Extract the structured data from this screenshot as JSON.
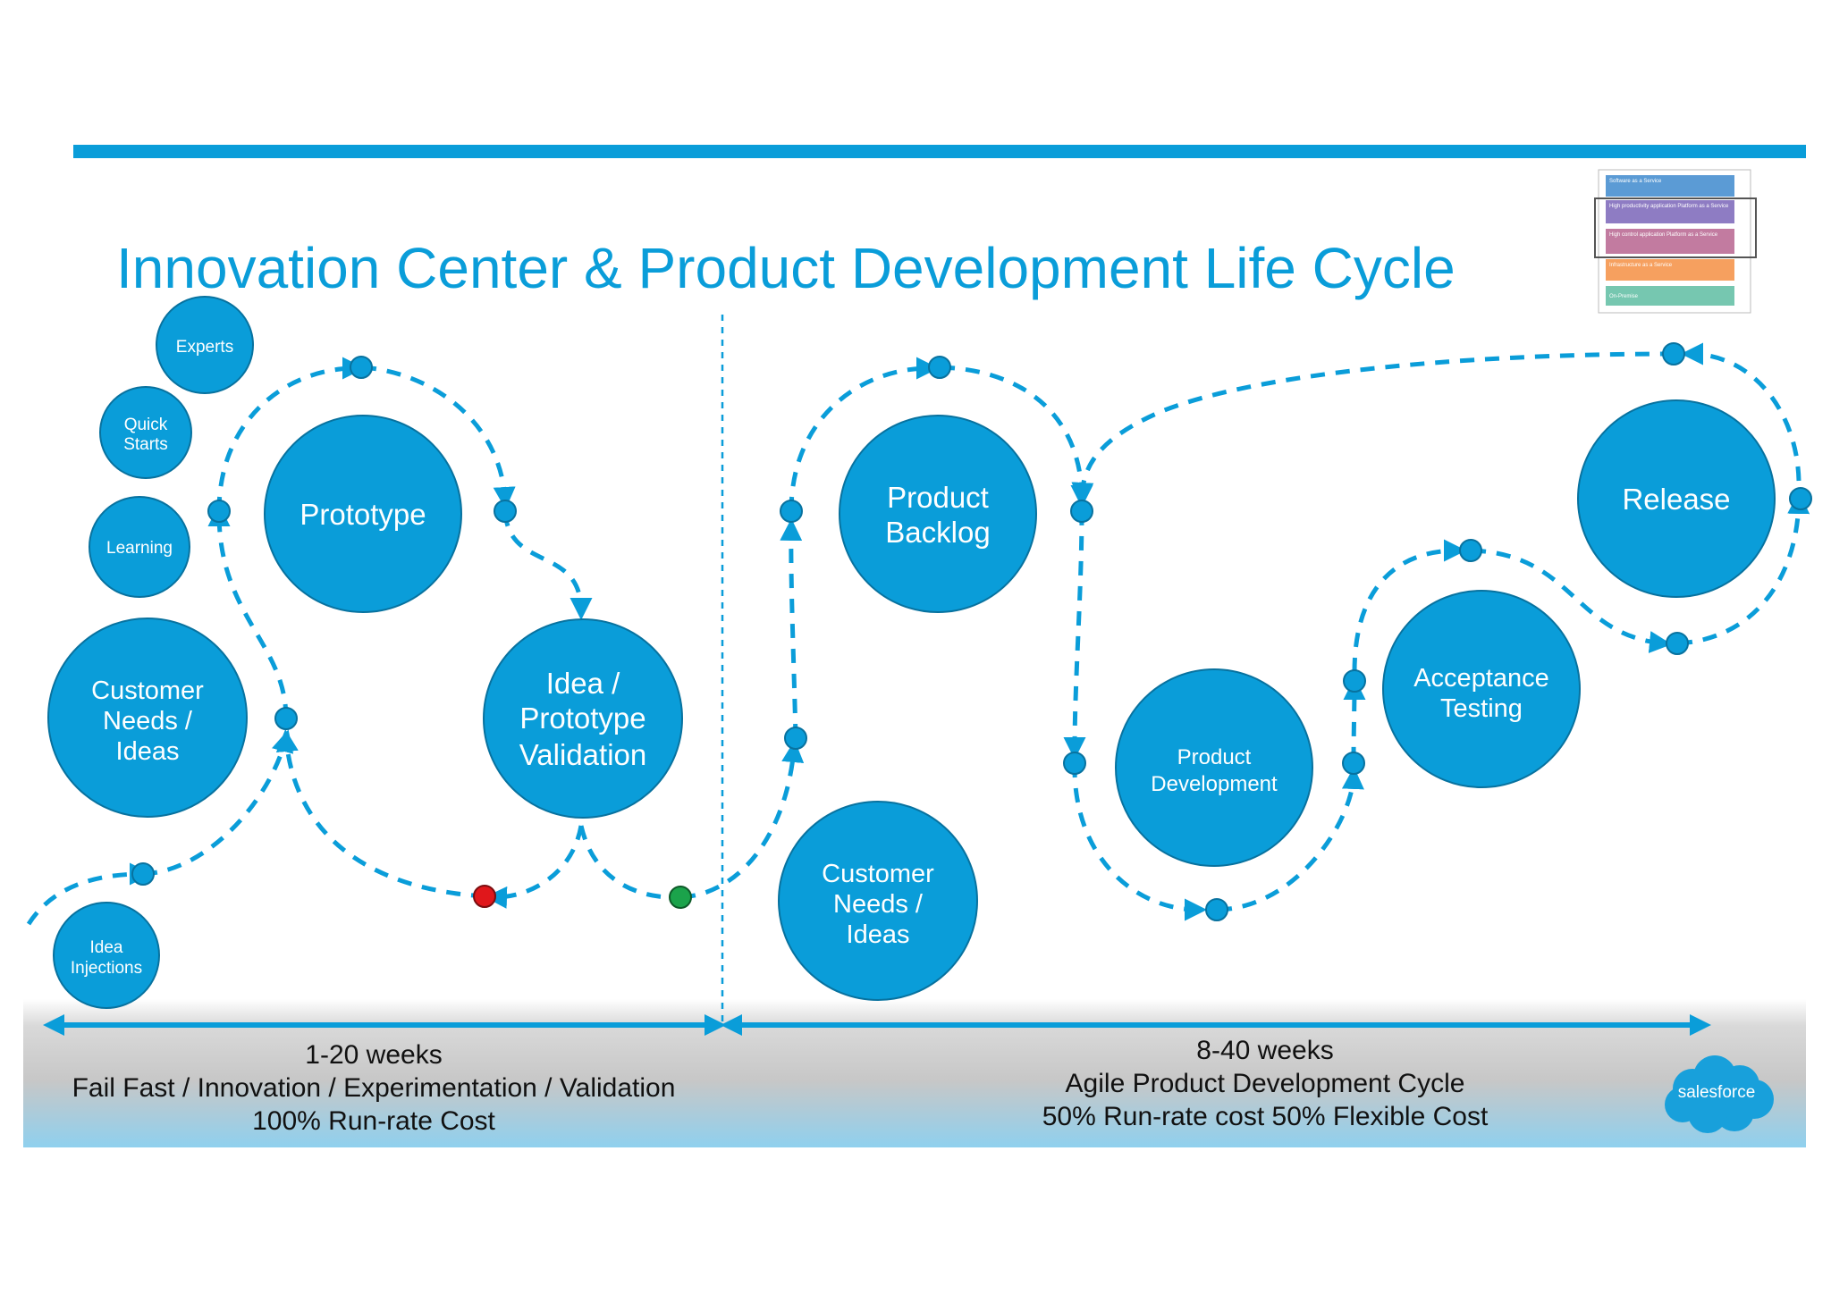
{
  "title": "Innovation Center & Product Development Life Cycle",
  "colors": {
    "accent": "#0A9DD9",
    "node_fill": "#0A9DD9",
    "node_stroke": "#08729F",
    "text_on_node": "#ffffff",
    "footer_text": "#111111",
    "fail_dot": "#E0171B",
    "pass_dot": "#1BA34B",
    "salesforce_cloud": "#18A0DB"
  },
  "left_labels": {
    "experts": "Experts",
    "quick_starts": [
      "Quick",
      "Starts"
    ],
    "learning": "Learning",
    "idea_injections": [
      "Idea",
      "Injections"
    ]
  },
  "nodes": {
    "customer_needs_left": [
      "Customer",
      "Needs /",
      "Ideas"
    ],
    "prototype": [
      "Prototype"
    ],
    "idea_validation": [
      "Idea /",
      "Prototype",
      "Validation"
    ],
    "customer_needs_right": [
      "Customer",
      "Needs /",
      "Ideas"
    ],
    "product_backlog": [
      "Product",
      "Backlog"
    ],
    "product_development": [
      "Product",
      "Development"
    ],
    "acceptance_testing": [
      "Acceptance",
      "Testing"
    ],
    "release": [
      "Release"
    ]
  },
  "phases": {
    "left": {
      "duration": "1-20 weeks",
      "description": "Fail Fast / Innovation / Experimentation / Validation",
      "cost": "100% Run-rate Cost"
    },
    "right": {
      "duration": "8-40 weeks",
      "description": "Agile Product Development Cycle",
      "cost": "50% Run-rate cost 50% Flexible Cost"
    }
  },
  "thumbnail": {
    "rows": [
      "Software as a Service",
      "High productivity application Platform as a Service",
      "High control application Platform as a Service",
      "Infrastructure as a Service",
      "On-Premise"
    ]
  },
  "logo": {
    "text": "salesforce"
  }
}
